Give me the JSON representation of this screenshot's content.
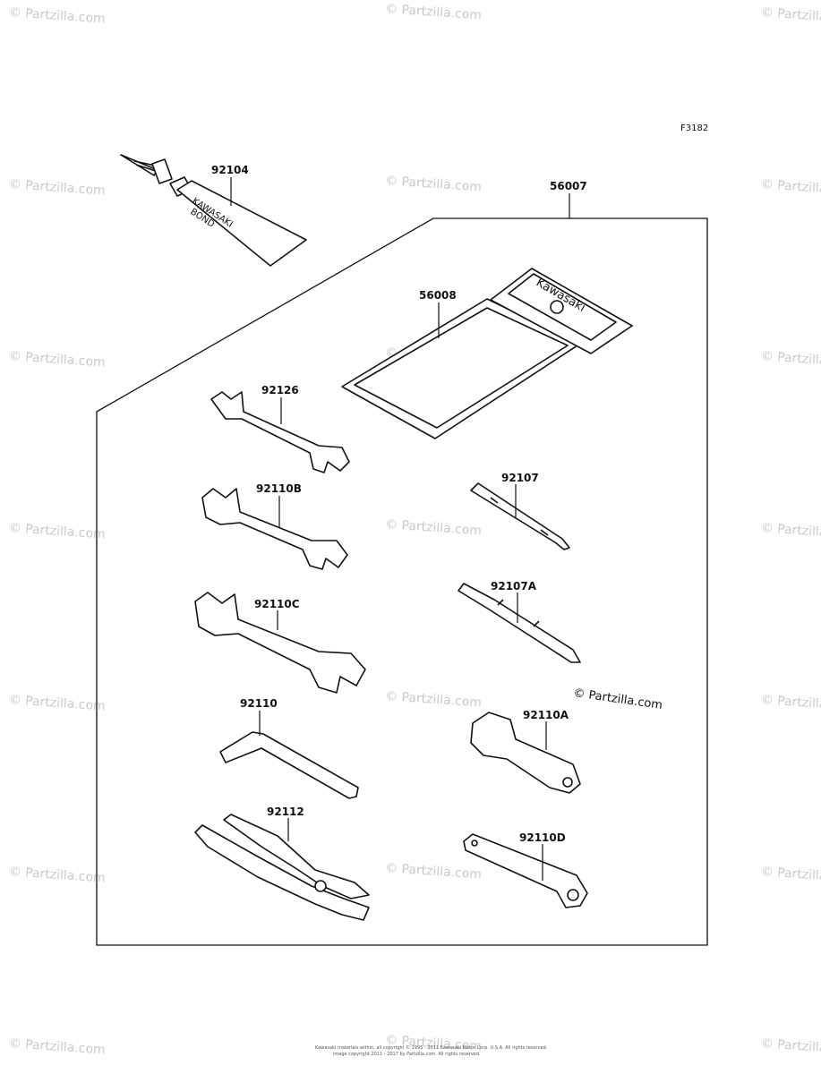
{
  "figure_code": "F3182",
  "watermark": "© Partzilla.com",
  "parts": {
    "p92104": "92104",
    "p56007": "56007",
    "p56008": "56008",
    "p92126": "92126",
    "p92110B": "92110B",
    "p92107": "92107",
    "p92110C": "92110C",
    "p92107A": "92107A",
    "p92110": "92110",
    "p92110A": "92110A",
    "p92112": "92112",
    "p92110D": "92110D"
  },
  "tube_text": {
    "line1": "KAWASAKI",
    "line2": "BOND"
  },
  "pouch_text": "Kawasaki",
  "footer": {
    "line1": "Kawasaki materials within, all copyright © 1995 - 2011 Kawasaki Motor Corp. U.S.A. All rights reserved.",
    "line2": "image copyright 2011 - 2017 by Partzilla.com. All rights reserved."
  }
}
